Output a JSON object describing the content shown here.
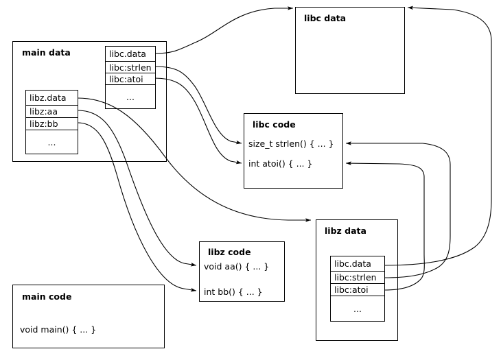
{
  "diagram": {
    "title": "Dynamic linking GOT/PLT relocation diagram",
    "stroke_color": "#000000",
    "background_color": "#ffffff"
  },
  "boxes": {
    "main_data": {
      "title": "main data",
      "libc_table": {
        "rows": [
          "libc.data",
          "libc:strlen",
          "libc:atoi"
        ],
        "ellipsis": "..."
      },
      "libz_table": {
        "rows": [
          "libz.data",
          "libz:aa",
          "libz:bb"
        ],
        "ellipsis": "..."
      }
    },
    "libc_data": {
      "title": "libc data"
    },
    "libc_code": {
      "title": "libc code",
      "lines": [
        "size_t strlen() { ... }",
        "int atoi() { ... }"
      ]
    },
    "libz_code": {
      "title": "libz code",
      "lines": [
        "void aa() { ... }",
        "int bb() { ... }"
      ]
    },
    "libz_data": {
      "title": "libz data",
      "libc_table": {
        "rows": [
          "libc.data",
          "libc:strlen",
          "libc:atoi"
        ],
        "ellipsis": "..."
      }
    },
    "main_code": {
      "title": "main code",
      "lines": [
        "void main() { ... }"
      ]
    }
  },
  "connections": [
    {
      "from": "main_data.libc.data",
      "to": "libc_data"
    },
    {
      "from": "main_data.libc:strlen",
      "to": "libc_code.strlen"
    },
    {
      "from": "main_data.libc:atoi",
      "to": "libc_code.atoi"
    },
    {
      "from": "main_data.libz.data",
      "to": "libz_data"
    },
    {
      "from": "main_data.libz:aa",
      "to": "libz_code.aa"
    },
    {
      "from": "main_data.libz:bb",
      "to": "libz_code.bb"
    },
    {
      "from": "libz_data.libc.data",
      "to": "libc_data"
    },
    {
      "from": "libz_data.libc:strlen",
      "to": "libc_code.strlen"
    },
    {
      "from": "libz_data.libc:atoi",
      "to": "libc_code.atoi"
    }
  ]
}
